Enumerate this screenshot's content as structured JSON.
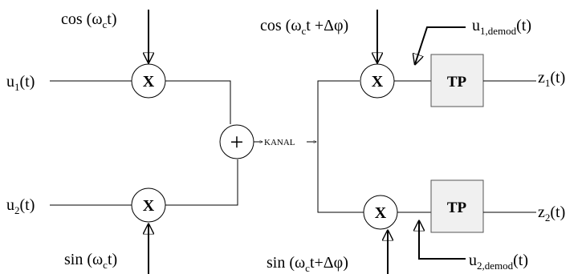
{
  "diagram": {
    "inputs": {
      "u1": {
        "main": "u",
        "sub": "1",
        "tail": "(t)"
      },
      "u2": {
        "main": "u",
        "sub": "2",
        "tail": "(t)"
      }
    },
    "carriers": {
      "cos_tx": {
        "pre": "cos (ω",
        "sub": "c",
        "post": "t)"
      },
      "sin_tx": {
        "pre": "sin (ω",
        "sub": "c",
        "post": "t)"
      },
      "cos_rx": {
        "pre": "cos (ω",
        "sub": "c",
        "post": "t +Δφ)"
      },
      "sin_rx": {
        "pre": "sin (ω",
        "sub": "c",
        "post": "t+Δφ)"
      }
    },
    "multiplier_symbol": "X",
    "adder_symbol": "+",
    "channel_label": "KANAL",
    "lowpass_label": "TP",
    "outputs": {
      "z1": {
        "main": "z",
        "sub": "1",
        "tail": "(t)"
      },
      "z2": {
        "main": "z",
        "sub": "2",
        "tail": "(t)"
      }
    },
    "demod_signals": {
      "u1_demod": {
        "main": "u",
        "sub": "1,demod",
        "tail": "(t)"
      },
      "u2_demod": {
        "main": "u",
        "sub": "2,demod",
        "tail": "(t)"
      }
    }
  }
}
